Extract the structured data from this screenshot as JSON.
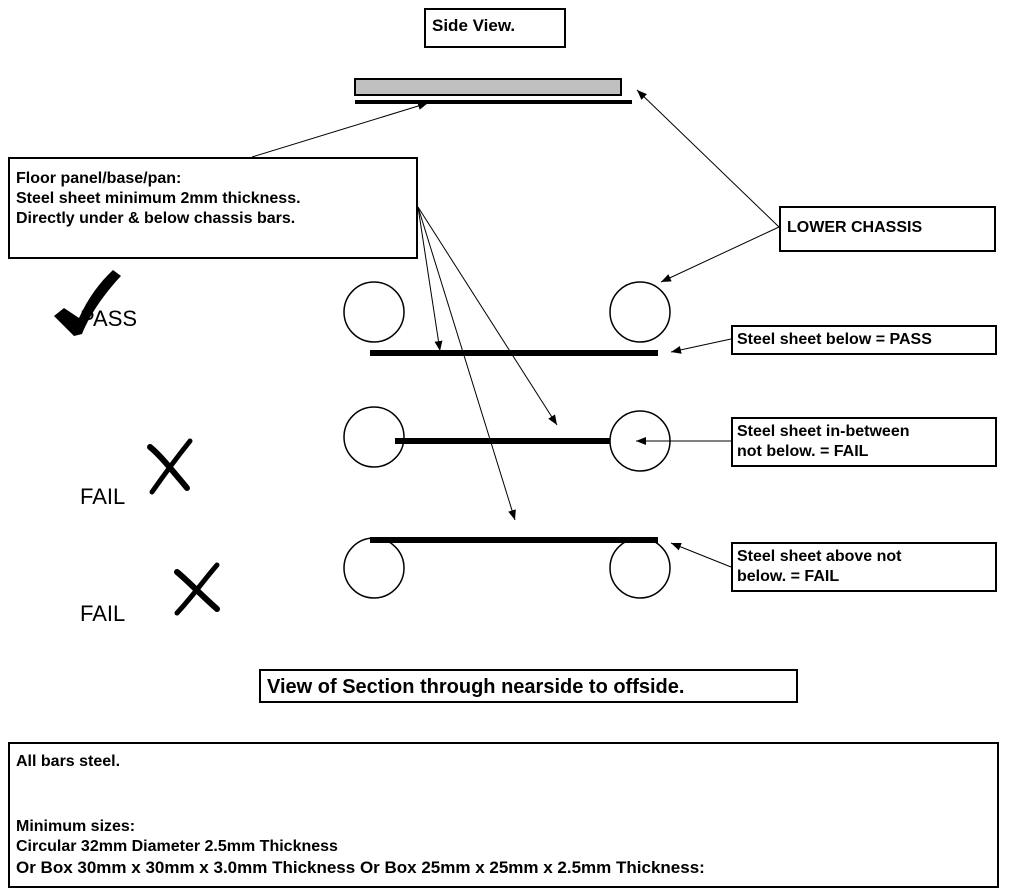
{
  "title": "Side View.",
  "floor_panel": {
    "lines": [
      "Floor panel/base/pan:",
      "Steel sheet minimum 2mm thickness.",
      "Directly under & below chassis bars."
    ]
  },
  "lower_chassis_label": "LOWER CHASSIS",
  "verdicts": {
    "pass": "PASS",
    "fail_1": "FAIL",
    "fail_2": "FAIL"
  },
  "callouts": {
    "below": "Steel sheet below = PASS",
    "in_between": [
      "Steel sheet in-between",
      "not below. = FAIL"
    ],
    "above": [
      "Steel sheet above not",
      "below. = FAIL"
    ]
  },
  "section_title": "View of Section through nearside to offside.",
  "bars_note": {
    "line1": "All bars steel.",
    "line2": "Minimum sizes:",
    "line3": "Circular 32mm Diameter 2.5mm Thickness",
    "line4": "Or Box 30mm x 30mm x 3.0mm Thickness Or Box 25mm x 25mm x 2.5mm Thickness:"
  },
  "colors": {
    "bar_fill": "#c0c0c0",
    "ink": "#000000"
  },
  "icons": [
    "check-mark-icon",
    "cross-mark-icon",
    "cross-mark-icon"
  ]
}
